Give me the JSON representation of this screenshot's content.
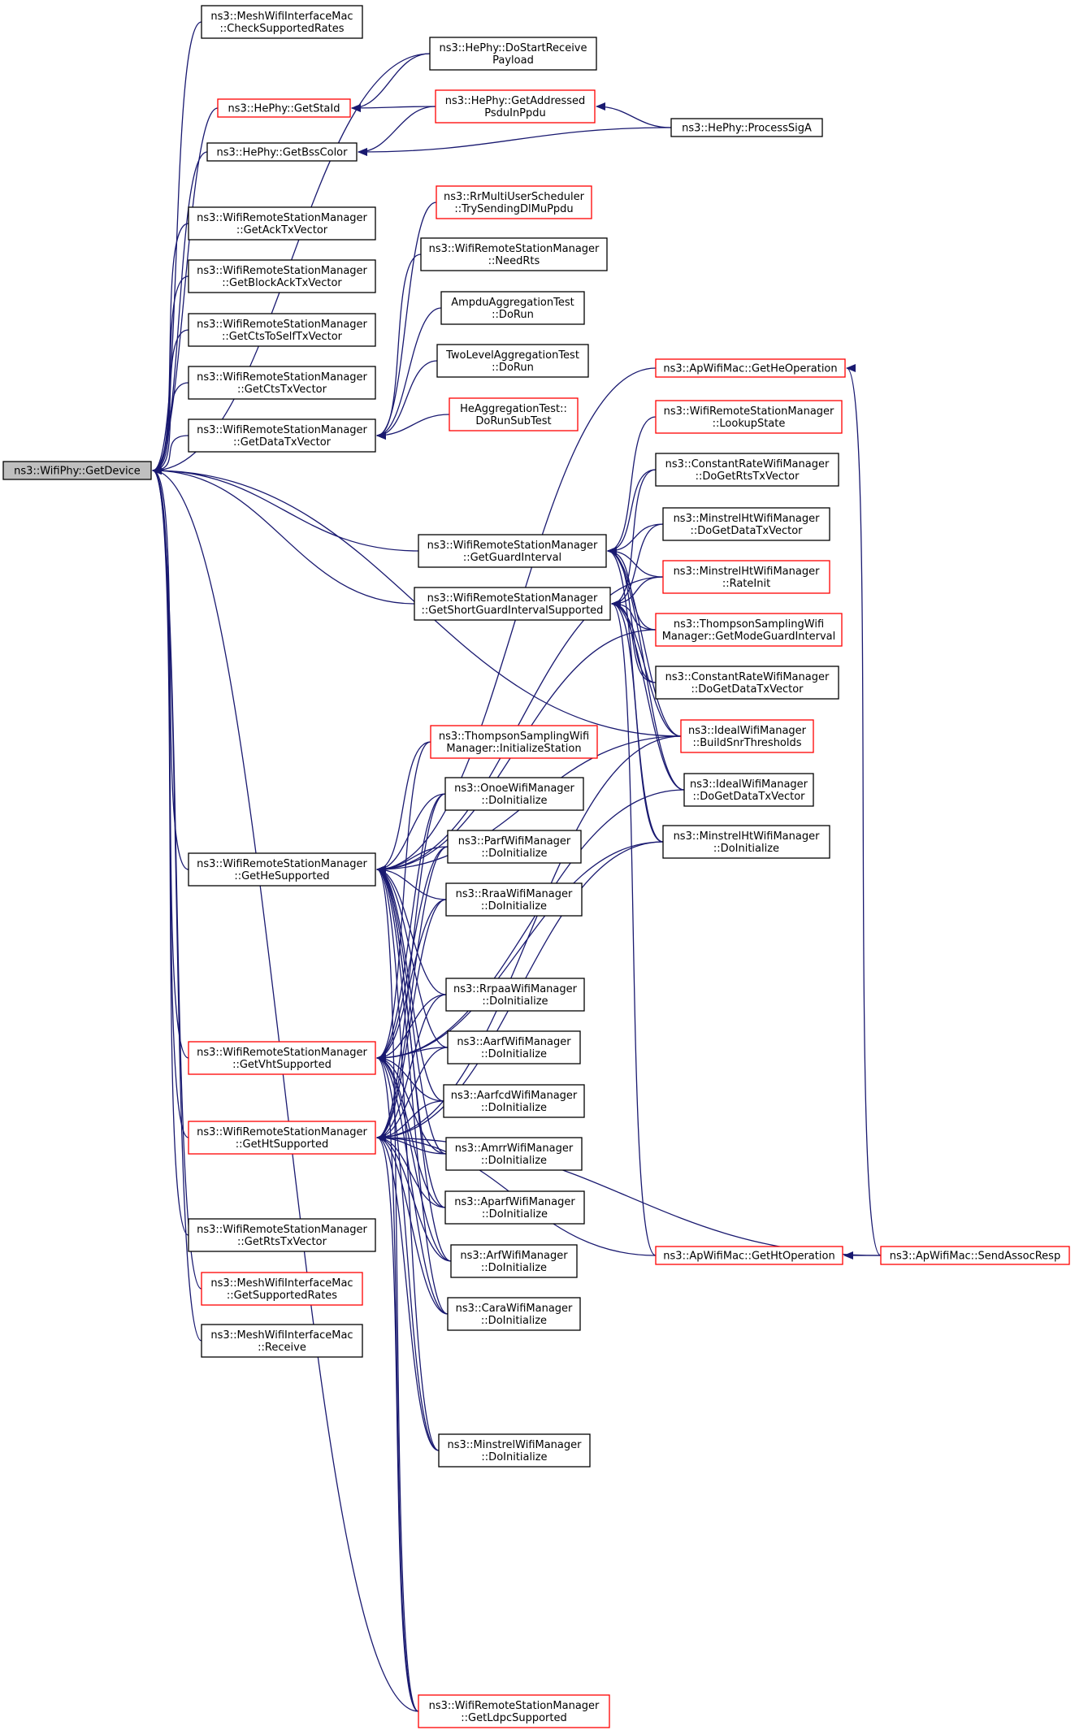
{
  "colors": {
    "edge": "#191970",
    "border_red": "#ff0000",
    "border_black": "#000000",
    "focus_fill": "#bfbfbf",
    "node_fill": "#ffffff"
  },
  "nodes": [
    {
      "id": "getdevice",
      "lines": [
        "ns3::WifiPhy::GetDevice"
      ],
      "border": "black",
      "focus": true
    },
    {
      "id": "mesh_check",
      "lines": [
        "ns3::MeshWifiInterfaceMac",
        "::CheckSupportedRates"
      ],
      "border": "black"
    },
    {
      "id": "hephy_dostart",
      "lines": [
        "ns3::HePhy::DoStartReceive",
        "Payload"
      ],
      "border": "black"
    },
    {
      "id": "hephy_getstaid",
      "lines": [
        "ns3::HePhy::GetStaId"
      ],
      "border": "red"
    },
    {
      "id": "hephy_getaddr",
      "lines": [
        "ns3::HePhy::GetAddressed",
        "PsduInPpdu"
      ],
      "border": "red"
    },
    {
      "id": "hephy_processsiga",
      "lines": [
        "ns3::HePhy::ProcessSigA"
      ],
      "border": "black"
    },
    {
      "id": "hephy_getbss",
      "lines": [
        "ns3::HePhy::GetBssColor"
      ],
      "border": "black"
    },
    {
      "id": "rr_trysending",
      "lines": [
        "ns3::RrMultiUserScheduler",
        "::TrySendingDlMuPpdu"
      ],
      "border": "red"
    },
    {
      "id": "wrsm_getack",
      "lines": [
        "ns3::WifiRemoteStationManager",
        "::GetAckTxVector"
      ],
      "border": "black"
    },
    {
      "id": "wrsm_needrts",
      "lines": [
        "ns3::WifiRemoteStationManager",
        "::NeedRts"
      ],
      "border": "black"
    },
    {
      "id": "wrsm_getblockack",
      "lines": [
        "ns3::WifiRemoteStationManager",
        "::GetBlockAckTxVector"
      ],
      "border": "black"
    },
    {
      "id": "ampdu_test",
      "lines": [
        "AmpduAggregationTest",
        "::DoRun"
      ],
      "border": "black"
    },
    {
      "id": "wrsm_getctstoself",
      "lines": [
        "ns3::WifiRemoteStationManager",
        "::GetCtsToSelfTxVector"
      ],
      "border": "black"
    },
    {
      "id": "twolevel_test",
      "lines": [
        "TwoLevelAggregationTest",
        "::DoRun"
      ],
      "border": "black"
    },
    {
      "id": "wrsm_getcts",
      "lines": [
        "ns3::WifiRemoteStationManager",
        "::GetCtsTxVector"
      ],
      "border": "black"
    },
    {
      "id": "ap_getheop",
      "lines": [
        "ns3::ApWifiMac::GetHeOperation"
      ],
      "border": "red"
    },
    {
      "id": "heagg_test",
      "lines": [
        "HeAggregationTest::",
        "DoRunSubTest"
      ],
      "border": "red"
    },
    {
      "id": "wrsm_getdata",
      "lines": [
        "ns3::WifiRemoteStationManager",
        "::GetDataTxVector"
      ],
      "border": "black"
    },
    {
      "id": "wrsm_lookup",
      "lines": [
        "ns3::WifiRemoteStationManager",
        "::LookupState"
      ],
      "border": "red"
    },
    {
      "id": "cr_dogetrts",
      "lines": [
        "ns3::ConstantRateWifiManager",
        "::DoGetRtsTxVector"
      ],
      "border": "black"
    },
    {
      "id": "wrsm_getgi",
      "lines": [
        "ns3::WifiRemoteStationManager",
        "::GetGuardInterval"
      ],
      "border": "black"
    },
    {
      "id": "mht_dogetdata",
      "lines": [
        "ns3::MinstrelHtWifiManager",
        "::DoGetDataTxVector"
      ],
      "border": "black"
    },
    {
      "id": "mht_rateinit",
      "lines": [
        "ns3::MinstrelHtWifiManager",
        "::RateInit"
      ],
      "border": "red"
    },
    {
      "id": "wrsm_getsgi",
      "lines": [
        "ns3::WifiRemoteStationManager",
        "::GetShortGuardIntervalSupported"
      ],
      "border": "black"
    },
    {
      "id": "ts_getmodegi",
      "lines": [
        "ns3::ThompsonSamplingWifi",
        "Manager::GetModeGuardInterval"
      ],
      "border": "red"
    },
    {
      "id": "cr_dogetdata",
      "lines": [
        "ns3::ConstantRateWifiManager",
        "::DoGetDataTxVector"
      ],
      "border": "black"
    },
    {
      "id": "ideal_buildsnr",
      "lines": [
        "ns3::IdealWifiManager",
        "::BuildSnrThresholds"
      ],
      "border": "red"
    },
    {
      "id": "ts_initsta",
      "lines": [
        "ns3::ThompsonSamplingWifi",
        "Manager::InitializeStation"
      ],
      "border": "red"
    },
    {
      "id": "onoe_init",
      "lines": [
        "ns3::OnoeWifiManager",
        "::DoInitialize"
      ],
      "border": "black"
    },
    {
      "id": "ideal_dogetdata",
      "lines": [
        "ns3::IdealWifiManager",
        "::DoGetDataTxVector"
      ],
      "border": "black"
    },
    {
      "id": "parf_init",
      "lines": [
        "ns3::ParfWifiManager",
        "::DoInitialize"
      ],
      "border": "black"
    },
    {
      "id": "mht_init",
      "lines": [
        "ns3::MinstrelHtWifiManager",
        "::DoInitialize"
      ],
      "border": "black"
    },
    {
      "id": "wrsm_gethe",
      "lines": [
        "ns3::WifiRemoteStationManager",
        "::GetHeSupported"
      ],
      "border": "black"
    },
    {
      "id": "rraa_init",
      "lines": [
        "ns3::RraaWifiManager",
        "::DoInitialize"
      ],
      "border": "black"
    },
    {
      "id": "rrpaa_init",
      "lines": [
        "ns3::RrpaaWifiManager",
        "::DoInitialize"
      ],
      "border": "black"
    },
    {
      "id": "aarf_init",
      "lines": [
        "ns3::AarfWifiManager",
        "::DoInitialize"
      ],
      "border": "black"
    },
    {
      "id": "wrsm_getvht",
      "lines": [
        "ns3::WifiRemoteStationManager",
        "::GetVhtSupported"
      ],
      "border": "red"
    },
    {
      "id": "aarfcd_init",
      "lines": [
        "ns3::AarfcdWifiManager",
        "::DoInitialize"
      ],
      "border": "black"
    },
    {
      "id": "wrsm_getht",
      "lines": [
        "ns3::WifiRemoteStationManager",
        "::GetHtSupported"
      ],
      "border": "red"
    },
    {
      "id": "amrr_init",
      "lines": [
        "ns3::AmrrWifiManager",
        "::DoInitialize"
      ],
      "border": "black"
    },
    {
      "id": "aparf_init",
      "lines": [
        "ns3::AparfWifiManager",
        "::DoInitialize"
      ],
      "border": "black"
    },
    {
      "id": "wrsm_getrts",
      "lines": [
        "ns3::WifiRemoteStationManager",
        "::GetRtsTxVector"
      ],
      "border": "black"
    },
    {
      "id": "arf_init",
      "lines": [
        "ns3::ArfWifiManager",
        "::DoInitialize"
      ],
      "border": "black"
    },
    {
      "id": "ap_gethtop",
      "lines": [
        "ns3::ApWifiMac::GetHtOperation"
      ],
      "border": "red"
    },
    {
      "id": "ap_sendassoc",
      "lines": [
        "ns3::ApWifiMac::SendAssocResp"
      ],
      "border": "red"
    },
    {
      "id": "mesh_getsupported",
      "lines": [
        "ns3::MeshWifiInterfaceMac",
        "::GetSupportedRates"
      ],
      "border": "red"
    },
    {
      "id": "cara_init",
      "lines": [
        "ns3::CaraWifiManager",
        "::DoInitialize"
      ],
      "border": "black"
    },
    {
      "id": "mesh_receive",
      "lines": [
        "ns3::MeshWifiInterfaceMac",
        "::Receive"
      ],
      "border": "black"
    },
    {
      "id": "minstrel_init",
      "lines": [
        "ns3::MinstrelWifiManager",
        "::DoInitialize"
      ],
      "border": "black"
    },
    {
      "id": "wrsm_getldpc",
      "lines": [
        "ns3::WifiRemoteStationManager",
        "::GetLdpcSupported"
      ],
      "border": "red"
    }
  ],
  "edges": [
    [
      "mesh_check",
      "getdevice"
    ],
    [
      "hephy_getstaid",
      "getdevice"
    ],
    [
      "hephy_getbss",
      "getdevice"
    ],
    [
      "wrsm_getack",
      "getdevice"
    ],
    [
      "wrsm_getblockack",
      "getdevice"
    ],
    [
      "wrsm_getctstoself",
      "getdevice"
    ],
    [
      "wrsm_getcts",
      "getdevice"
    ],
    [
      "wrsm_getdata",
      "getdevice"
    ],
    [
      "wrsm_getgi",
      "getdevice"
    ],
    [
      "wrsm_getsgi",
      "getdevice"
    ],
    [
      "wrsm_gethe",
      "getdevice"
    ],
    [
      "wrsm_getvht",
      "getdevice"
    ],
    [
      "wrsm_getht",
      "getdevice"
    ],
    [
      "wrsm_getrts",
      "getdevice"
    ],
    [
      "mesh_getsupported",
      "getdevice"
    ],
    [
      "mesh_receive",
      "getdevice"
    ],
    [
      "hephy_dostart",
      "getdevice"
    ],
    [
      "ideal_buildsnr",
      "getdevice"
    ],
    [
      "wrsm_getldpc",
      "getdevice"
    ],
    [
      "hephy_dostart",
      "hephy_getstaid"
    ],
    [
      "hephy_getaddr",
      "hephy_getstaid"
    ],
    [
      "hephy_processsiga",
      "hephy_getaddr"
    ],
    [
      "hephy_processsiga",
      "hephy_getbss"
    ],
    [
      "hephy_getaddr",
      "hephy_getbss"
    ],
    [
      "rr_trysending",
      "wrsm_getdata"
    ],
    [
      "wrsm_needrts",
      "wrsm_getdata"
    ],
    [
      "ampdu_test",
      "wrsm_getdata"
    ],
    [
      "twolevel_test",
      "wrsm_getdata"
    ],
    [
      "heagg_test",
      "wrsm_getdata"
    ],
    [
      "ap_sendassoc",
      "ap_getheop"
    ],
    [
      "ap_sendassoc",
      "ap_gethtop"
    ],
    [
      "wrsm_lookup",
      "wrsm_getgi"
    ],
    [
      "cr_dogetrts",
      "wrsm_getgi"
    ],
    [
      "mht_dogetdata",
      "wrsm_getgi"
    ],
    [
      "mht_rateinit",
      "wrsm_getgi"
    ],
    [
      "ts_getmodegi",
      "wrsm_getgi"
    ],
    [
      "cr_dogetdata",
      "wrsm_getgi"
    ],
    [
      "ideal_buildsnr",
      "wrsm_getgi"
    ],
    [
      "ideal_dogetdata",
      "wrsm_getgi"
    ],
    [
      "mht_init",
      "wrsm_getgi"
    ],
    [
      "cr_dogetrts",
      "wrsm_getsgi"
    ],
    [
      "mht_dogetdata",
      "wrsm_getsgi"
    ],
    [
      "mht_rateinit",
      "wrsm_getsgi"
    ],
    [
      "ts_getmodegi",
      "wrsm_getsgi"
    ],
    [
      "cr_dogetdata",
      "wrsm_getsgi"
    ],
    [
      "ideal_buildsnr",
      "wrsm_getsgi"
    ],
    [
      "ideal_dogetdata",
      "wrsm_getsgi"
    ],
    [
      "mht_init",
      "wrsm_getsgi"
    ],
    [
      "ap_gethtop",
      "wrsm_getsgi"
    ],
    [
      "ap_getheop",
      "wrsm_gethe"
    ],
    [
      "mht_rateinit",
      "wrsm_gethe"
    ],
    [
      "ts_initsta",
      "wrsm_gethe"
    ],
    [
      "onoe_init",
      "wrsm_gethe"
    ],
    [
      "parf_init",
      "wrsm_gethe"
    ],
    [
      "rraa_init",
      "wrsm_gethe"
    ],
    [
      "rrpaa_init",
      "wrsm_gethe"
    ],
    [
      "aarf_init",
      "wrsm_gethe"
    ],
    [
      "aarfcd_init",
      "wrsm_gethe"
    ],
    [
      "amrr_init",
      "wrsm_gethe"
    ],
    [
      "aparf_init",
      "wrsm_gethe"
    ],
    [
      "arf_init",
      "wrsm_gethe"
    ],
    [
      "cara_init",
      "wrsm_gethe"
    ],
    [
      "minstrel_init",
      "wrsm_gethe"
    ],
    [
      "ideal_buildsnr",
      "wrsm_gethe"
    ],
    [
      "wrsm_getldpc",
      "wrsm_gethe"
    ],
    [
      "ts_getmodegi",
      "wrsm_gethe"
    ],
    [
      "onoe_init",
      "wrsm_getvht"
    ],
    [
      "parf_init",
      "wrsm_getvht"
    ],
    [
      "rraa_init",
      "wrsm_getvht"
    ],
    [
      "rrpaa_init",
      "wrsm_getvht"
    ],
    [
      "aarf_init",
      "wrsm_getvht"
    ],
    [
      "aarfcd_init",
      "wrsm_getvht"
    ],
    [
      "amrr_init",
      "wrsm_getvht"
    ],
    [
      "aparf_init",
      "wrsm_getvht"
    ],
    [
      "arf_init",
      "wrsm_getvht"
    ],
    [
      "cara_init",
      "wrsm_getvht"
    ],
    [
      "minstrel_init",
      "wrsm_getvht"
    ],
    [
      "mht_init",
      "wrsm_getvht"
    ],
    [
      "ideal_dogetdata",
      "wrsm_getvht"
    ],
    [
      "ts_initsta",
      "wrsm_getvht"
    ],
    [
      "wrsm_getldpc",
      "wrsm_getvht"
    ],
    [
      "onoe_init",
      "wrsm_getht"
    ],
    [
      "parf_init",
      "wrsm_getht"
    ],
    [
      "rraa_init",
      "wrsm_getht"
    ],
    [
      "rrpaa_init",
      "wrsm_getht"
    ],
    [
      "aarf_init",
      "wrsm_getht"
    ],
    [
      "aarfcd_init",
      "wrsm_getht"
    ],
    [
      "amrr_init",
      "wrsm_getht"
    ],
    [
      "aparf_init",
      "wrsm_getht"
    ],
    [
      "arf_init",
      "wrsm_getht"
    ],
    [
      "cara_init",
      "wrsm_getht"
    ],
    [
      "minstrel_init",
      "wrsm_getht"
    ],
    [
      "ap_gethtop",
      "wrsm_getht"
    ],
    [
      "ideal_buildsnr",
      "wrsm_getht"
    ],
    [
      "mht_init",
      "wrsm_getht"
    ],
    [
      "ap_sendassoc",
      "wrsm_getht"
    ],
    [
      "wrsm_getldpc",
      "wrsm_getht"
    ]
  ]
}
